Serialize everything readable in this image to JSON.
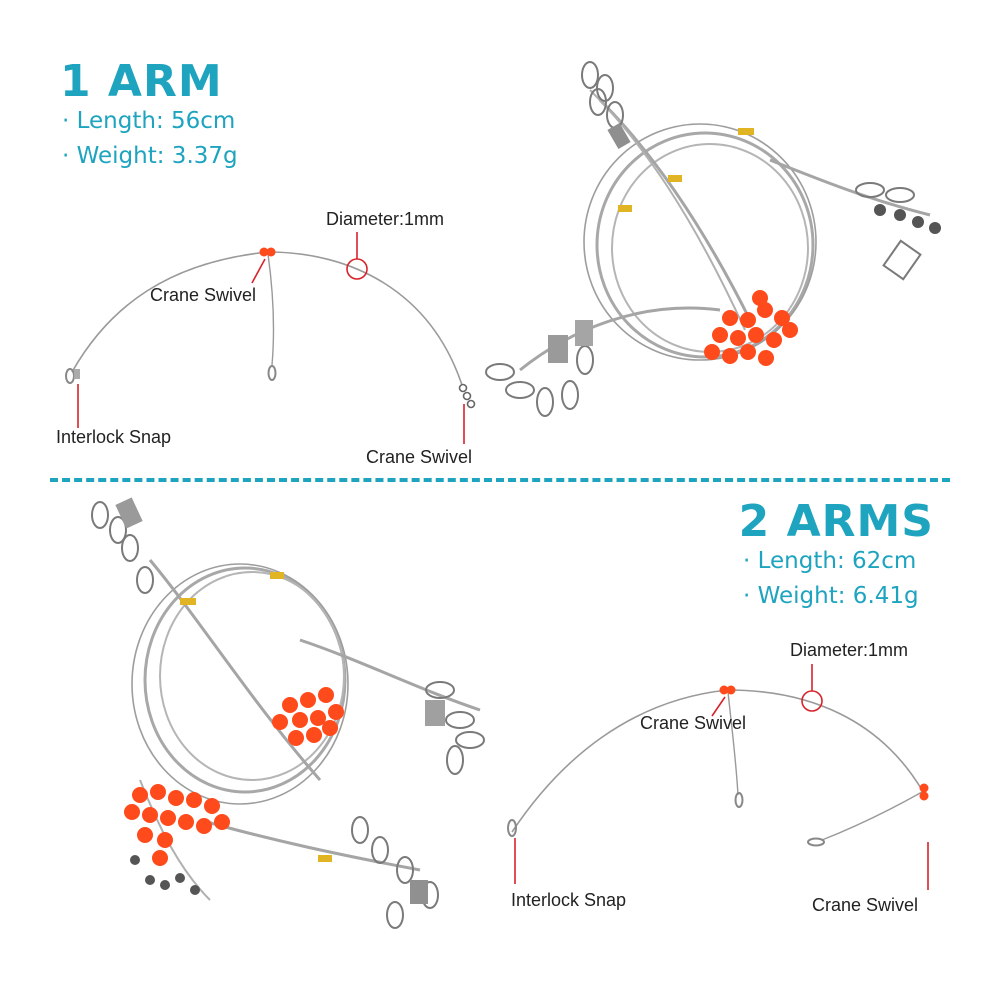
{
  "colors": {
    "accent": "#1ea4bf",
    "annotation": "#d8232a",
    "bead": "#ff4a1c",
    "wire": "#9a9a9a",
    "metal": "#b9b9b9"
  },
  "one_arm": {
    "title": "1 ARM",
    "length": "· Length: 56cm",
    "weight": "· Weight: 3.37g",
    "labels": {
      "diameter": "Diameter:1mm",
      "crane_swivel_top": "Crane Swivel",
      "interlock_snap": "Interlock Snap",
      "crane_swivel_end": "Crane Swivel"
    }
  },
  "two_arms": {
    "title": "2 ARMS",
    "length": "· Length: 62cm",
    "weight": "· Weight: 6.41g",
    "labels": {
      "diameter": "Diameter:1mm",
      "crane_swivel_top": "Crane Swivel",
      "interlock_snap": "Interlock Snap",
      "crane_swivel_end": "Crane Swivel"
    }
  }
}
